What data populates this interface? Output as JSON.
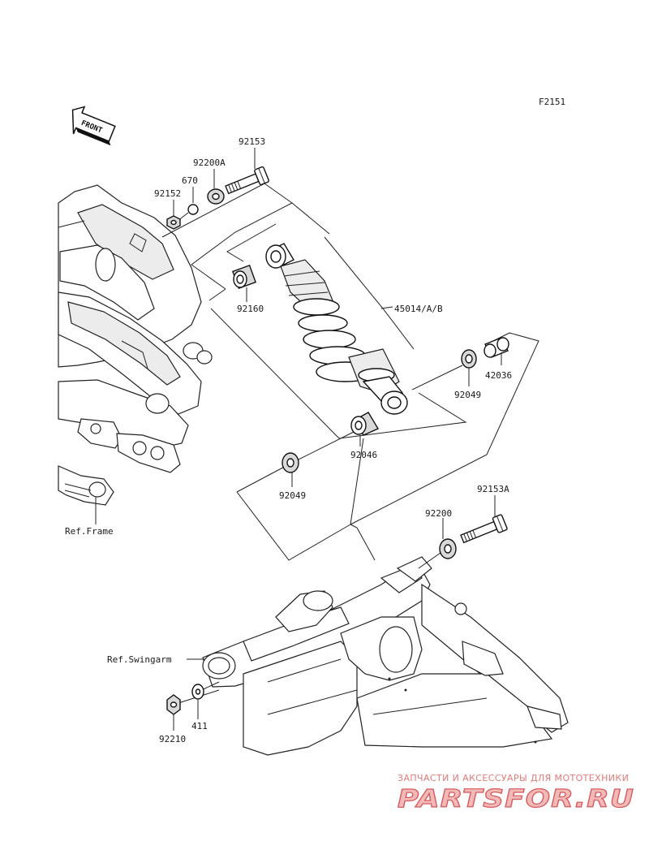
{
  "figure_code": "F2151",
  "front_label": "FRONT",
  "parts": {
    "p92153": "92153",
    "p92200A": "92200A",
    "p670": "670",
    "p92152": "92152",
    "p92160": "92160",
    "p45014": "45014/A/B",
    "p92049_r": "92049",
    "p42036": "42036",
    "p92046": "92046",
    "p92049_l": "92049",
    "p92153A": "92153A",
    "p92200": "92200",
    "p411": "411",
    "p92210": "92210"
  },
  "refs": {
    "frame": "Ref.Frame",
    "swingarm": "Ref.Swingarm"
  },
  "watermark": {
    "caption": "ЗАПЧАСТИ И АКСЕССУАРЫ ДЛЯ МОТОТЕХНИКИ",
    "brand": "PARTSFOR.RU"
  }
}
